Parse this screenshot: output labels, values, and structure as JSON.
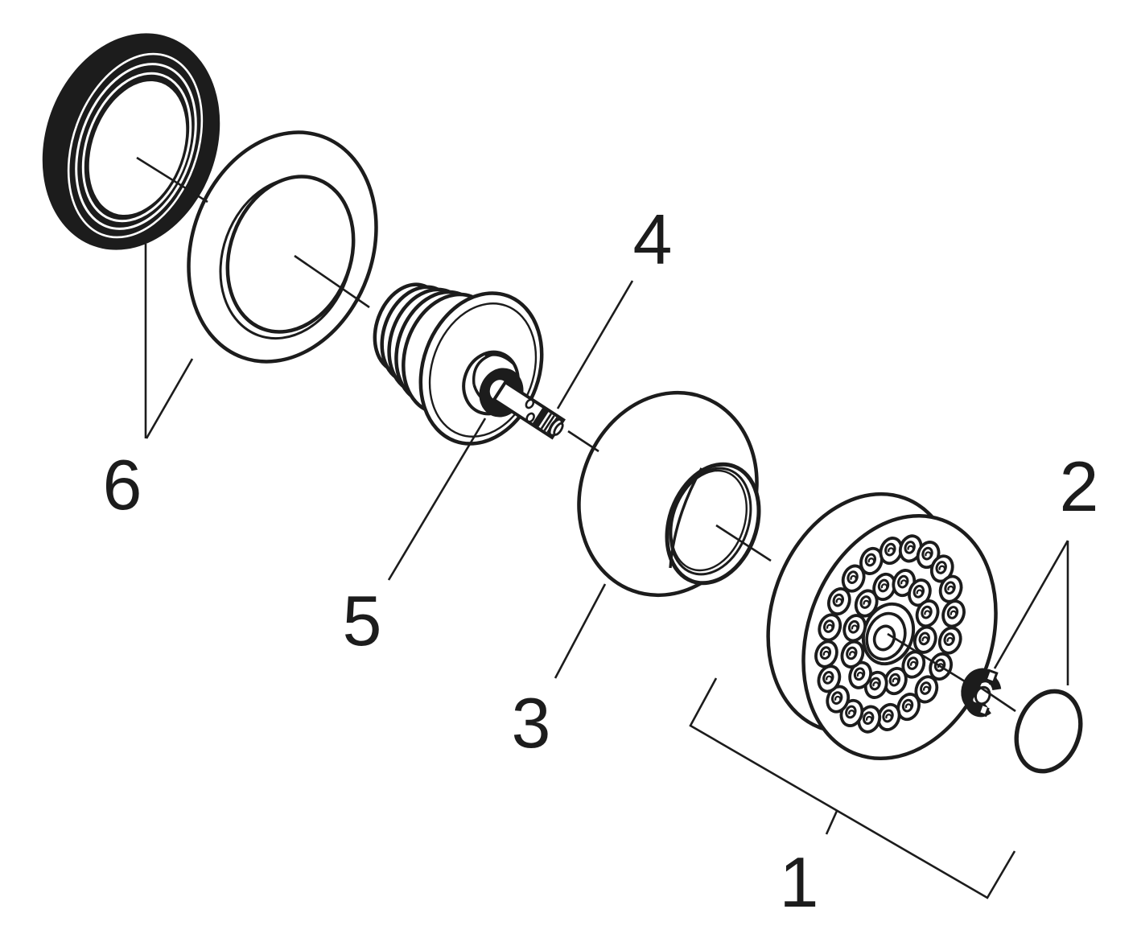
{
  "diagram": {
    "kind": "exploded-parts-diagram",
    "subject": "body-spray shower head assembly",
    "background_color": "#ffffff",
    "line_color": "#1c1c1c",
    "labels": [
      {
        "text": "1",
        "part": "shower-head-body"
      },
      {
        "text": "2",
        "part": "retaining-clip-and-o-ring"
      },
      {
        "text": "3",
        "part": "ball-housing"
      },
      {
        "text": "4",
        "part": "valve-stem"
      },
      {
        "text": "5",
        "part": "threaded-connector"
      },
      {
        "text": "6",
        "part": "seal-and-escutcheon-rings"
      }
    ],
    "parts": [
      {
        "number": "1",
        "name": "shower-head-body"
      },
      {
        "number": "2",
        "name": "retaining-clip-and-o-ring"
      },
      {
        "number": "3",
        "name": "ball-housing"
      },
      {
        "number": "4",
        "name": "valve-stem"
      },
      {
        "number": "5",
        "name": "threaded-connector"
      },
      {
        "number": "6",
        "name": "seal-and-escutcheon-rings"
      }
    ],
    "shower_head": {
      "outer_nozzle_count": 20,
      "inner_nozzle_count": 12
    }
  }
}
